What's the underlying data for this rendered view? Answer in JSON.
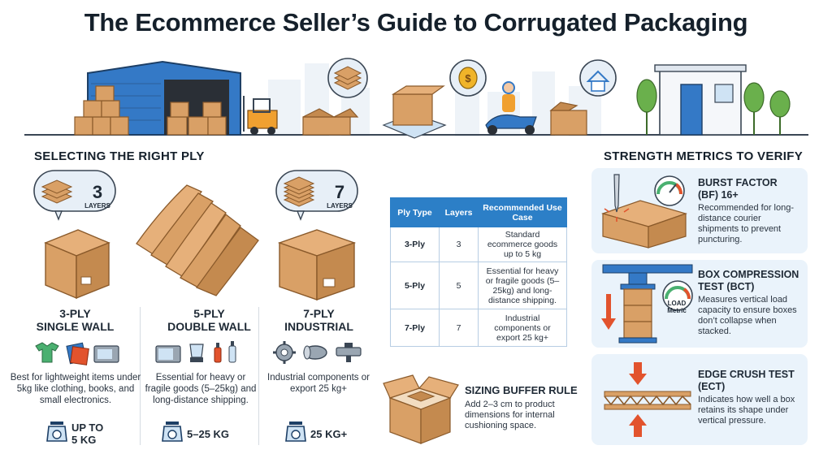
{
  "title": "The Ecommerce Seller’s Guide to Corrugated Packaging",
  "sections": {
    "ply": "SELECTING THE RIGHT PLY",
    "strength": "STRENGTH METRICS TO VERIFY"
  },
  "badges": [
    {
      "number": "3",
      "label": "LAYERS"
    },
    {
      "number": "7",
      "label": "LAYERS"
    }
  ],
  "plies": [
    {
      "title_line1": "3-PLY",
      "title_line2": "SINGLE WALL",
      "description": "Best for lightweight items under 5kg like clothing, books, and small electronics.",
      "weight_line1": "UP TO",
      "weight_line2": "5 KG"
    },
    {
      "title_line1": "5-PLY",
      "title_line2": "DOUBLE WALL",
      "description": "Essential for heavy or fragile goods (5–25kg) and long-distance shipping.",
      "weight_line1": "5–25 KG",
      "weight_line2": ""
    },
    {
      "title_line1": "7-PLY",
      "title_line2": "INDUSTRIAL",
      "description": "Industrial components or export 25 kg+",
      "weight_line1": "25 KG+",
      "weight_line2": ""
    }
  ],
  "table": {
    "headers": [
      "Ply Type",
      "Layers",
      "Recommended Use Case"
    ],
    "rows": [
      {
        "ply": "3-Ply",
        "layers": "3",
        "use": "Standard ecommerce goods up to 5 kg"
      },
      {
        "ply": "5-Ply",
        "layers": "5",
        "use": "Essential for heavy or fragile goods (5–25kg) and long-distance shipping."
      },
      {
        "ply": "7-Ply",
        "layers": "7",
        "use": "Industrial components or export 25 kg+"
      }
    ]
  },
  "sizing": {
    "title": "SIZING BUFFER RULE",
    "description": "Add 2–3 cm to product dimensions for internal cushioning space."
  },
  "metrics": [
    {
      "title_line1": "BURST FACTOR",
      "title_line2": "(BF) 16+",
      "description": "Recommended for long-distance courier shipments to prevent puncturing."
    },
    {
      "title_line1": "BOX COMPRESSION",
      "title_line2": "TEST (BCT)",
      "description": "Measures vertical load capacity to ensure boxes don’t collapse when stacked.",
      "gauge_line1": "LOAD",
      "gauge_line2": "Metric"
    },
    {
      "title_line1": "EDGE CRUSH TEST",
      "title_line2": "(ECT)",
      "description": "Indicates how well a box retains its shape under vertical pressure."
    }
  ],
  "colors": {
    "accent_blue": "#2c7fc7",
    "cardboard": "#d9a066",
    "cardboard_dark": "#b97f44",
    "card_bg": "#eaf3fb",
    "alert_red": "#e2532d"
  }
}
